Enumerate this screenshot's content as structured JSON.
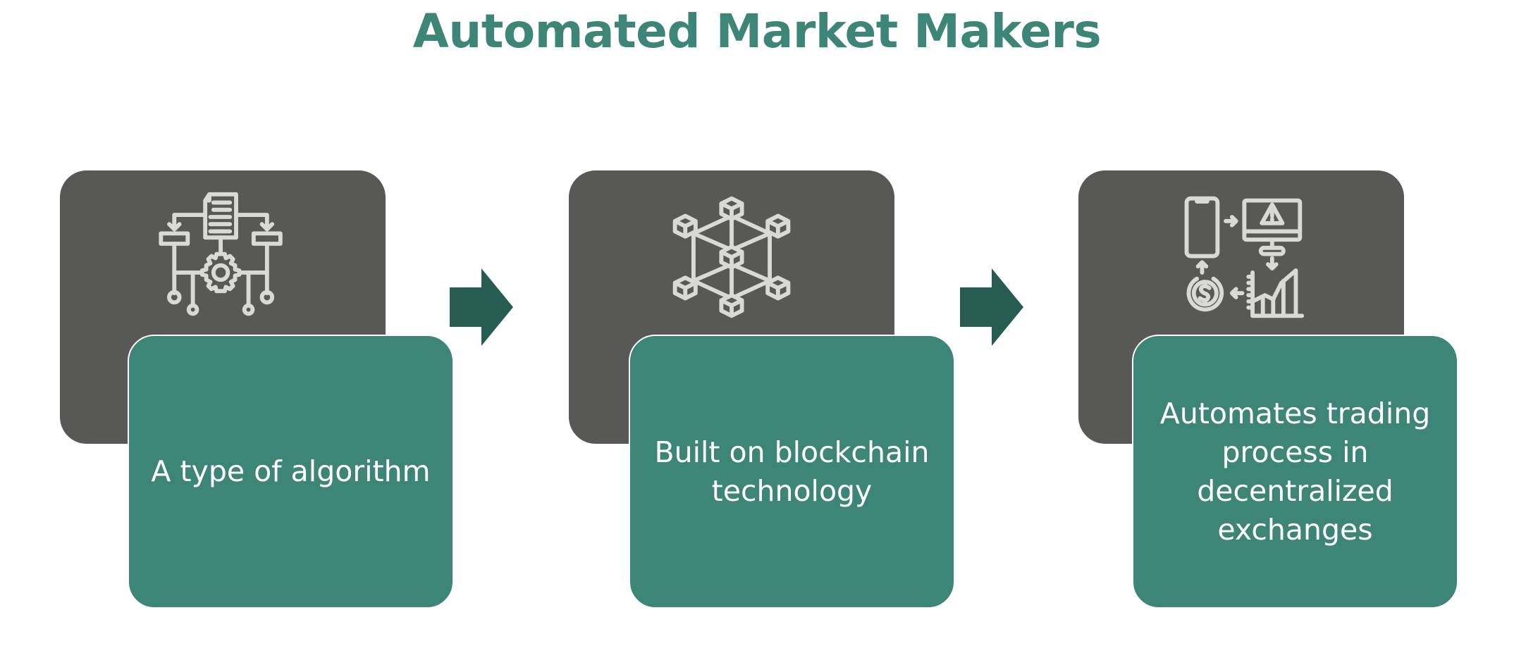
{
  "title": "Automated Market Makers",
  "colors": {
    "title": "#3d8576",
    "card_dark": "#585957",
    "card_green": "#3d8576",
    "arrow": "#265c52",
    "icon_stroke": "#d9d9d7",
    "text_on_green": "#ffffff"
  },
  "steps": [
    {
      "icon": "algorithm-flowchart-icon",
      "text": "A type of algorithm"
    },
    {
      "icon": "blockchain-cubes-icon",
      "text": "Built on blockchain technology"
    },
    {
      "icon": "automated-trading-cycle-icon",
      "text": "Automates trading process in decentralized exchanges"
    }
  ],
  "connectors": [
    "right-arrow",
    "right-arrow"
  ]
}
